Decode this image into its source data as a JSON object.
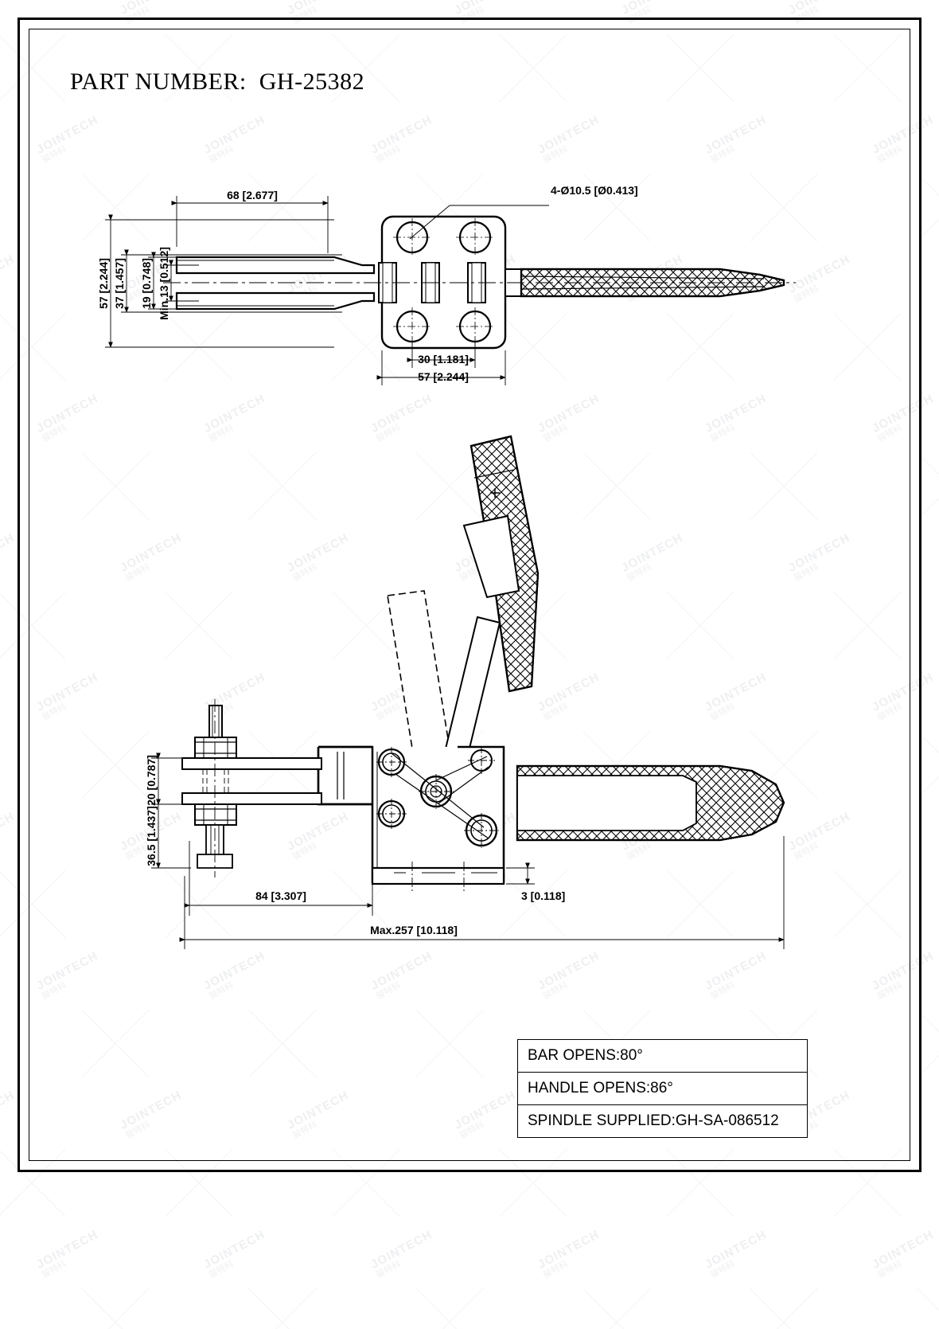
{
  "title": "PART NUMBER:  GH-25382",
  "watermark": {
    "text_en": "JOINTECH",
    "text_cn": "骏特科"
  },
  "top_view": {
    "dims": {
      "width_68": "68 [2.677]",
      "height_57": "57 [2.244]",
      "height_37": "37 [1.457]",
      "height_19": "19 [0.748]",
      "height_min13": "Min.13 [0.512]",
      "holes": "4-Ø10.5 [Ø0.413]",
      "hole_spacing_30": "30 [1.181]",
      "base_width_57": "57 [2.244]"
    }
  },
  "side_view": {
    "dims": {
      "height_20": "20 [0.787]",
      "height_365": "36.5 [1.437]",
      "length_84": "84 [3.307]",
      "thickness_3": "3 [0.118]",
      "max_length": "Max.257 [10.118]"
    }
  },
  "notes": {
    "rows": [
      "BAR OPENS:80°",
      "HANDLE OPENS:86°",
      "SPINDLE SUPPLIED:GH-SA-086512"
    ]
  },
  "colors": {
    "line": "#000000",
    "watermark": "#c9ccd4",
    "background": "#ffffff"
  }
}
